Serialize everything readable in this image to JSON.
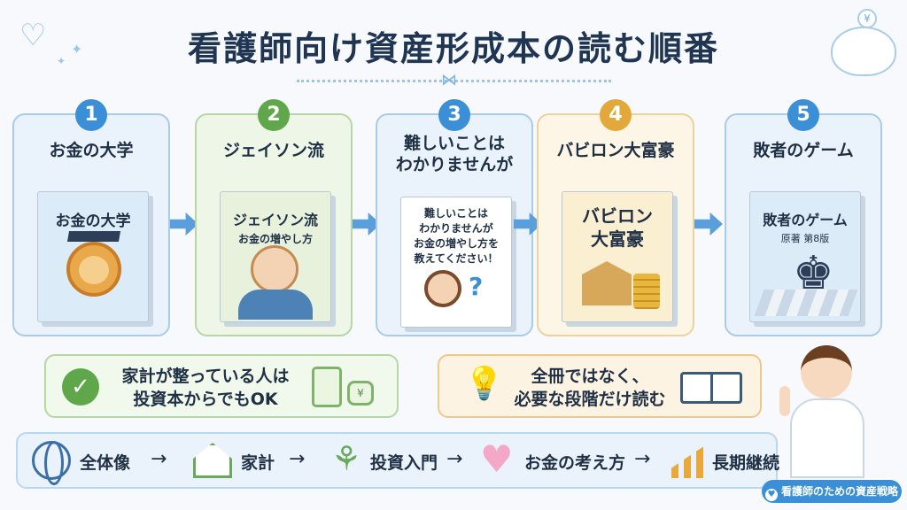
{
  "title": "看護師向け資産形成本の読む順番",
  "cards": [
    {
      "num": "1",
      "title": "お金の大学",
      "book_title": "お金の大学",
      "book_sub": ""
    },
    {
      "num": "2",
      "title": "ジェイソン流",
      "book_title": "ジェイソン流",
      "book_sub": "お金の増やし方"
    },
    {
      "num": "3",
      "title_line1": "難しいことは",
      "title_line2": "わかりませんが",
      "book_line1": "難しいことは",
      "book_line2": "わかりませんが",
      "book_line3": "お金の増やし方を",
      "book_line4": "教えてください！",
      "question": "?"
    },
    {
      "num": "4",
      "title": "バビロン大富豪",
      "book_line1": "バビロン",
      "book_line2": "大富豪"
    },
    {
      "num": "5",
      "title": "敗者のゲーム",
      "book_title": "敗者のゲーム",
      "book_sub": "原著 第8版"
    }
  ],
  "tips": {
    "left": {
      "line1": "家計が整っている人は",
      "line2": "投資本からでもOK",
      "check": "✓",
      "yen": "¥"
    },
    "right": {
      "line1": "全冊ではなく、",
      "line2": "必要な段階だけ読む"
    }
  },
  "flow": {
    "steps": [
      "全体像",
      "家計",
      "投資入門",
      "お金の考え方",
      "長期継続"
    ],
    "arrow": "→"
  },
  "brand": "看護師のための資産戦略室",
  "icons": {
    "heart": "heart-icon",
    "sparkle": "sparkle-icon",
    "piggy": "piggy-bank-icon",
    "check": "check-icon",
    "calculator": "calculator-icon",
    "wallet": "wallet-icon",
    "bulb": "lightbulb-icon",
    "book": "open-book-icon",
    "globe": "globe-icon",
    "house": "house-icon",
    "sprout": "sprout-icon",
    "growth": "growth-chart-icon"
  },
  "colors": {
    "blue": "#3b8fd6",
    "green": "#5fa74a",
    "orange": "#e2a93a",
    "navy": "#1f3552"
  }
}
